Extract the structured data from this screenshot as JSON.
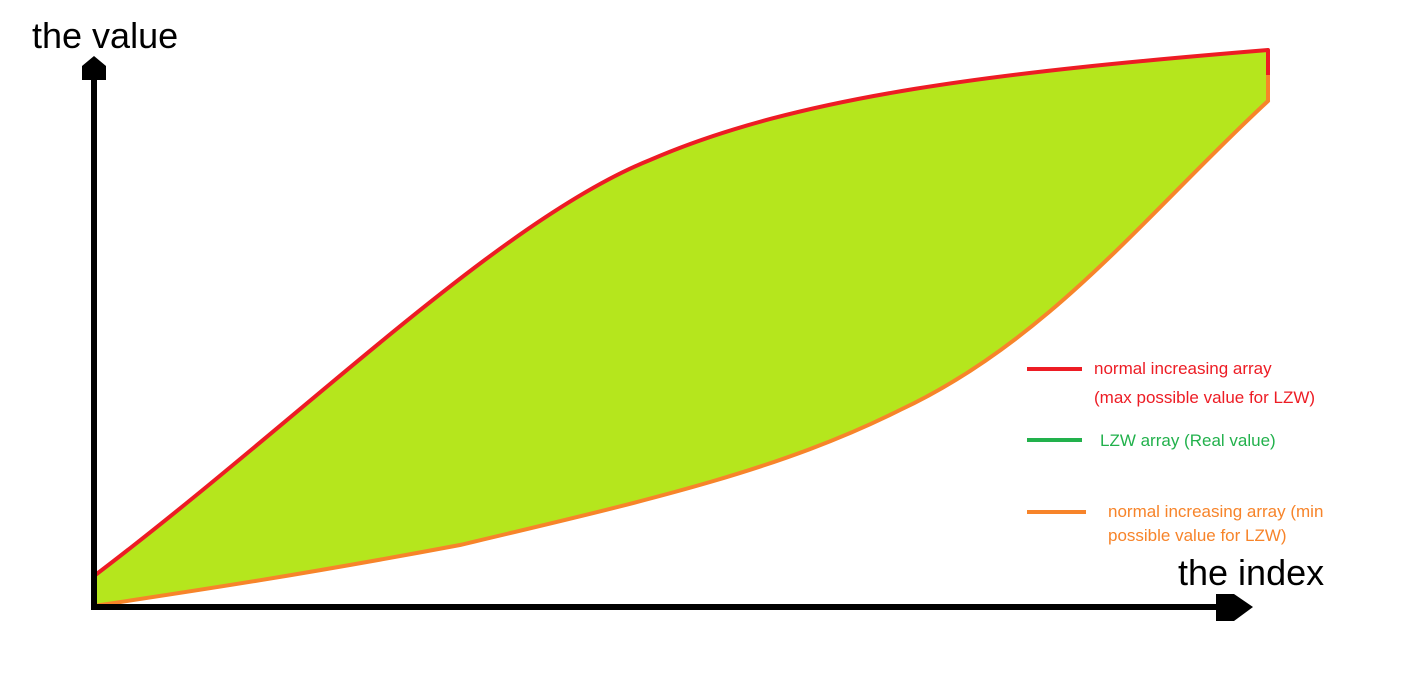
{
  "axes": {
    "y_label": "the value",
    "x_label": "the index"
  },
  "region": {
    "fill_color": "#b5e61d"
  },
  "series": [
    {
      "key": "max",
      "color": "#ed1c24",
      "lines": [
        "normal increasing array",
        "(max possible value for LZW)"
      ]
    },
    {
      "key": "real",
      "color": "#22b14c",
      "lines": [
        "LZW array (Real value)"
      ]
    },
    {
      "key": "min",
      "color": "#f7842a",
      "lines": [
        "normal increasing array (min",
        "possible value for LZW)"
      ]
    }
  ]
}
